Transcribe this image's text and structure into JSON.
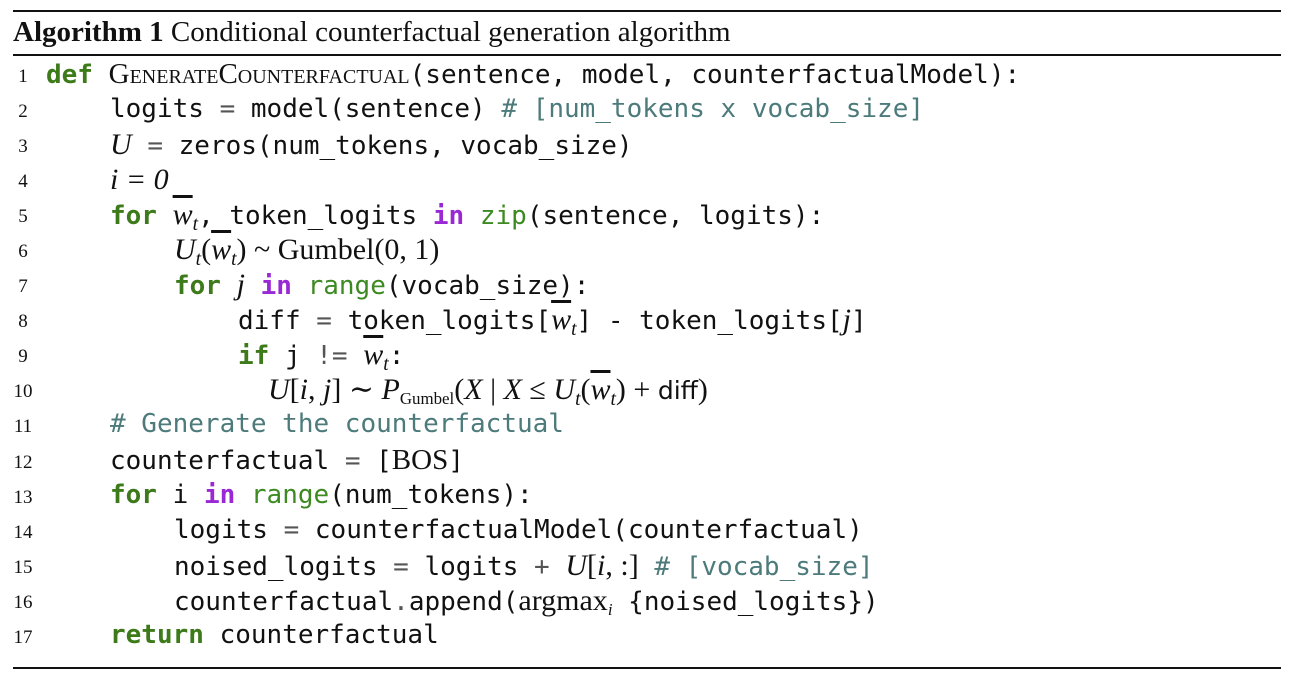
{
  "caption": {
    "label": "Algorithm 1",
    "title": "Conditional counterfactual generation algorithm"
  },
  "lines": [
    {
      "num": "1",
      "kw": "def",
      "fname": "GenerateCounterfactual",
      "args": "(sentence, model, counterfactualModel):"
    },
    {
      "num": "2",
      "a": "logits",
      "b": "model(sentence)",
      "comment": "# [num_tokens x vocab_size]"
    },
    {
      "num": "3",
      "var": "U",
      "b": "zeros(num_tokens, vocab_size)"
    },
    {
      "num": "4",
      "math": "i = 0"
    },
    {
      "num": "5",
      "kw": "for",
      "var": "w",
      "sub": "t",
      "mid": ", token_logits",
      "kw2": "in",
      "fn": "zip",
      "tail": "(sentence, logits):"
    },
    {
      "num": "6",
      "math": "~ Gumbel(0, 1)"
    },
    {
      "num": "7",
      "kw": "for",
      "var": "j",
      "kw2": "in",
      "fn": "range",
      "tail": "(vocab_size):"
    },
    {
      "num": "8",
      "a": "diff",
      "b": "token_logits[",
      "c": "] - token_logits["
    },
    {
      "num": "9",
      "kw": "if",
      "b": "j",
      "op": "!="
    },
    {
      "num": "10",
      "math": "P",
      "sub": "Gumbel",
      "diff": "diff"
    },
    {
      "num": "11",
      "comment": "# Generate the counterfactual"
    },
    {
      "num": "12",
      "a": "counterfactual",
      "sc": "BOS"
    },
    {
      "num": "13",
      "kw": "for",
      "b": "i",
      "kw2": "in",
      "fn": "range",
      "tail": "(num_tokens):"
    },
    {
      "num": "14",
      "a": "logits",
      "b": "counterfactualModel(counterfactual)"
    },
    {
      "num": "15",
      "a": "noised_logits",
      "b": "logits",
      "comment": "# [vocab_size]"
    },
    {
      "num": "16",
      "a": "counterfactual",
      "b": "append(",
      "fn": "argmax",
      "sub": "i",
      "tail": "{noised_logits})"
    },
    {
      "num": "17",
      "kw": "return",
      "b": "counterfactual"
    }
  ]
}
